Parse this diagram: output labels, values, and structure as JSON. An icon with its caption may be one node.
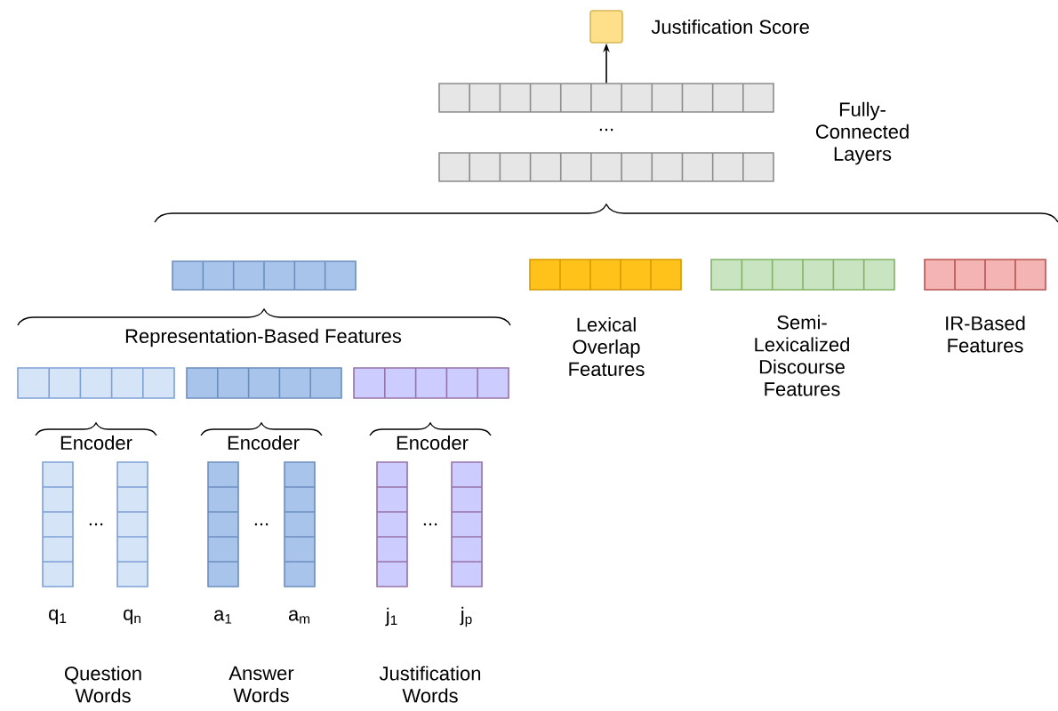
{
  "diagram": {
    "nodes": [
      {
        "text": [],
        "shape": "box",
        "beside": [
          "Justification Score"
        ]
      },
      {
        "text": [],
        "shape": "bar"
      },
      {
        "text": [],
        "shape": "bar"
      },
      {
        "text": [],
        "shape": "bar"
      },
      {
        "text": [],
        "shape": "bar",
        "beside": [
          "Lexical Overlap Features"
        ]
      },
      {
        "text": [],
        "shape": "bar",
        "beside": [
          "Semi-Lexicalized Discourse Features"
        ]
      },
      {
        "text": [],
        "shape": "bar",
        "beside": [
          "IR-Based Features"
        ]
      },
      {
        "text": [],
        "shape": "bar"
      },
      {
        "text": [],
        "shape": "bar"
      },
      {
        "text": [],
        "shape": "bar"
      },
      {
        "text": [],
        "shape": "bar",
        "beside": [
          "q$_{1}$"
        ]
      },
      {
        "text": [],
        "shape": "bar",
        "beside": [
          "q$_{n}$"
        ]
      },
      {
        "text": [],
        "shape": "bar",
        "beside": [
          "a$_{1}$"
        ]
      },
      {
        "text": [],
        "shape": "bar",
        "beside": [
          "a$_{m}$"
        ]
      },
      {
        "text": [],
        "shape": "bar",
        "beside": [
          "j$_{1}$"
        ]
      },
      {
        "text": [],
        "shape": "bar",
        "beside": [
          "j$_{p}$"
        ]
      }
    ],
    "edges": [
      {
        "from": 1,
        "to": 0,
        "arrow": "to"
      }
    ],
    "labels": [
      "...",
      "Fully-Connected Layers",
      "Representation-Based Features",
      "Encoder",
      "Encoder",
      "Encoder",
      "...",
      "...",
      "...",
      "Question Words",
      "Answer Words",
      "Justification Words"
    ]
  }
}
